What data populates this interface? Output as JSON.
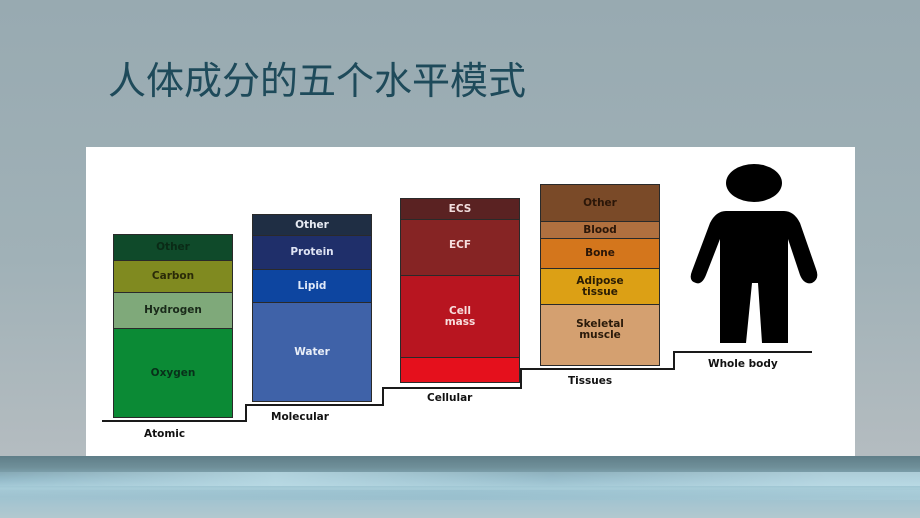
{
  "slide": {
    "title": "人体成分的五个水平模式"
  },
  "diagram": {
    "levels": [
      {
        "name": "Atomic",
        "segments": [
          {
            "label": "Other",
            "color": "#0f4a2a",
            "text_color": "#0a2a16"
          },
          {
            "label": "Carbon",
            "color": "#808a20",
            "text_color": "#2a2a08"
          },
          {
            "label": "Hydrogen",
            "color": "#7fa97a",
            "text_color": "#1a2a1a"
          },
          {
            "label": "Oxygen",
            "color": "#0b8a35",
            "text_color": "#08301a"
          }
        ]
      },
      {
        "name": "Molecular",
        "segments": [
          {
            "label": "Other",
            "color": "#1f2e44",
            "text_color": "#e8ecf4"
          },
          {
            "label": "Protein",
            "color": "#1f2f6a",
            "text_color": "#dfe4f4"
          },
          {
            "label": "Lipid",
            "color": "#0d45a0",
            "text_color": "#dfe8f8"
          },
          {
            "label": "Water",
            "color": "#3f62a8",
            "text_color": "#e8eef8"
          }
        ]
      },
      {
        "name": "Cellular",
        "segments": [
          {
            "label": "ECS",
            "color": "#5a2222",
            "text_color": "#f2dede"
          },
          {
            "label": "ECF",
            "color": "#862424",
            "text_color": "#f5dddd"
          },
          {
            "label": "Cell mass",
            "color": "#b81520",
            "text_color": "#f8dede"
          },
          {
            "label": "",
            "color": "#e5101c",
            "text_color": "#ffffff"
          }
        ]
      },
      {
        "name": "Tissues",
        "segments": [
          {
            "label": "Other",
            "color": "#7a4a28",
            "text_color": "#2a1608"
          },
          {
            "label": "Blood",
            "color": "#b0703f",
            "text_color": "#2a1608"
          },
          {
            "label": "Bone",
            "color": "#d4761c",
            "text_color": "#2a1608"
          },
          {
            "label": "Adipose tissue",
            "color": "#dca015",
            "text_color": "#2a1c04"
          },
          {
            "label": "Skeletal muscle",
            "color": "#d4a070",
            "text_color": "#2a1a0a"
          }
        ]
      },
      {
        "name": "Whole body",
        "figure": "human-silhouette"
      }
    ]
  }
}
